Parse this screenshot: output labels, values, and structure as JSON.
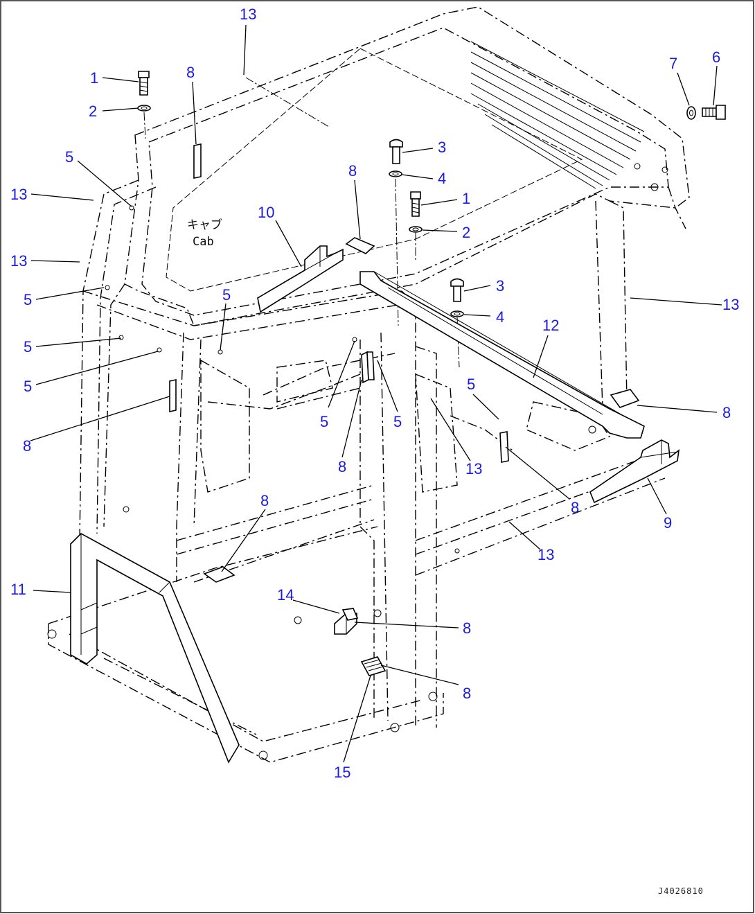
{
  "drawing": {
    "cab_label_jp": "キャブ",
    "cab_label_en": "Cab",
    "drawing_code": "J4026810"
  },
  "callouts": [
    {
      "id": "c13a",
      "num": "13"
    },
    {
      "id": "c1a",
      "num": "1"
    },
    {
      "id": "c2a",
      "num": "2"
    },
    {
      "id": "c8a",
      "num": "8"
    },
    {
      "id": "c5a",
      "num": "5"
    },
    {
      "id": "c13b",
      "num": "13"
    },
    {
      "id": "c13c",
      "num": "13"
    },
    {
      "id": "c5b",
      "num": "5"
    },
    {
      "id": "c5c",
      "num": "5"
    },
    {
      "id": "c5d",
      "num": "5"
    },
    {
      "id": "c5e",
      "num": "5"
    },
    {
      "id": "c10",
      "num": "10"
    },
    {
      "id": "c8b",
      "num": "8"
    },
    {
      "id": "c3a",
      "num": "3"
    },
    {
      "id": "c4a",
      "num": "4"
    },
    {
      "id": "c1b",
      "num": "1"
    },
    {
      "id": "c2b",
      "num": "2"
    },
    {
      "id": "c7",
      "num": "7"
    },
    {
      "id": "c6",
      "num": "6"
    },
    {
      "id": "c3b",
      "num": "3"
    },
    {
      "id": "c4b",
      "num": "4"
    },
    {
      "id": "c12",
      "num": "12"
    },
    {
      "id": "c13d",
      "num": "13"
    },
    {
      "id": "c8c",
      "num": "8"
    },
    {
      "id": "c8d",
      "num": "8"
    },
    {
      "id": "c5f",
      "num": "5"
    },
    {
      "id": "c5g",
      "num": "5"
    },
    {
      "id": "c8e",
      "num": "8"
    },
    {
      "id": "c5h",
      "num": "5"
    },
    {
      "id": "c13e",
      "num": "13"
    },
    {
      "id": "c8f",
      "num": "8"
    },
    {
      "id": "c9",
      "num": "9"
    },
    {
      "id": "c13f",
      "num": "13"
    },
    {
      "id": "c8g",
      "num": "8"
    },
    {
      "id": "c11",
      "num": "11"
    },
    {
      "id": "c14",
      "num": "14"
    },
    {
      "id": "c8h",
      "num": "8"
    },
    {
      "id": "c8i",
      "num": "8"
    },
    {
      "id": "c15",
      "num": "15"
    }
  ]
}
